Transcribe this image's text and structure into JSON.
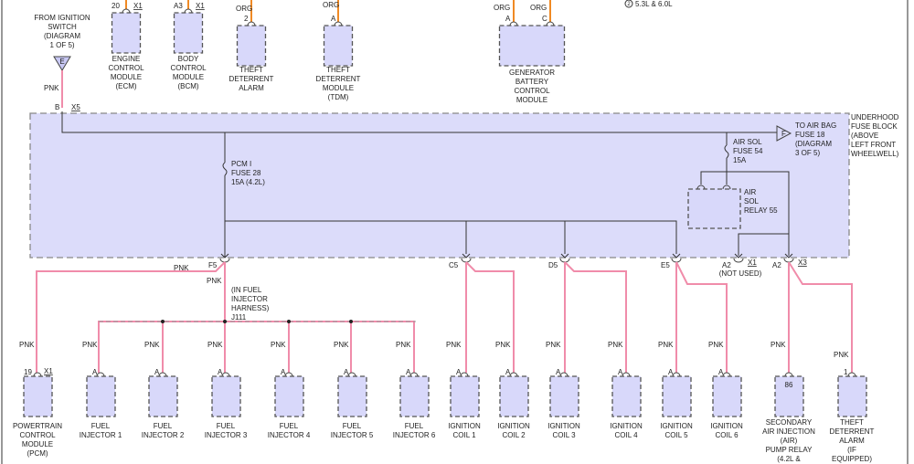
{
  "diagram": {
    "note": "5.3L & 6.0L",
    "note_marker": "2",
    "colors": {
      "PNK": "#f08caa",
      "ORG": "#f08a24",
      "component_fill": "#d8d8fa"
    },
    "ignition_source": {
      "marker": "E",
      "label": [
        "FROM IGNITION",
        "SWITCH",
        "(DIAGRAM",
        "1 OF 5)"
      ],
      "wire": "PNK",
      "pin": "B",
      "connector": "X5"
    },
    "top_components": [
      {
        "pin": "20",
        "connector": "X1",
        "label": [
          "ENGINE",
          "CONTROL",
          "MODULE",
          "(ECM)"
        ]
      },
      {
        "pin": "A3",
        "connector": "X1",
        "label": [
          "BODY",
          "CONTROL",
          "MODULE",
          "(BCM)"
        ]
      },
      {
        "pin": "2",
        "wire": "ORG",
        "label": [
          "THEFT",
          "DETERRENT",
          "ALARM"
        ]
      },
      {
        "pin": "A",
        "wire": "ORG",
        "label": [
          "THEFT",
          "DETERRENT",
          "MODULE",
          "(TDM)"
        ]
      },
      {
        "pins": [
          "A",
          "C"
        ],
        "wires": [
          "ORG",
          "ORG"
        ],
        "label": [
          "GENERATOR",
          "BATTERY",
          "CONTROL",
          "MODULE"
        ]
      }
    ],
    "fuse_block": {
      "label": [
        "UNDERHOOD",
        "FUSE BLOCK",
        "(ABOVE",
        "LEFT FRONT",
        "WHEELWELL)"
      ],
      "pcm_fuse": [
        "PCM I",
        "FUSE 28",
        "15A  (4.2L)"
      ],
      "air_sol_fuse": [
        "AIR SOL",
        "FUSE 54",
        "15A"
      ],
      "air_sol_relay": [
        "AIR",
        "SOL",
        "RELAY 55"
      ],
      "air_bag_ref": {
        "marker": "F",
        "label": [
          "TO AIR BAG",
          "FUSE 18",
          "(DIAGRAM",
          "3 OF 5)"
        ]
      },
      "outputs": [
        {
          "pin": "F5"
        },
        {
          "pin": "C5"
        },
        {
          "pin": "D5"
        },
        {
          "pin": "E5"
        },
        {
          "pin": "A2",
          "connector": "X1",
          "note": "(NOT USED)"
        },
        {
          "pin": "A2",
          "connector": "X3"
        }
      ]
    },
    "harness_note": [
      "(IN FUEL",
      "INJECTOR",
      "HARNESS)",
      "J111"
    ],
    "wire_label": "PNK",
    "bottom_components": [
      {
        "pin": "19",
        "connector": "X1",
        "label": [
          "POWERTRAIN",
          "CONTROL",
          "MODULE",
          "(PCM)"
        ]
      },
      {
        "pin": "A",
        "label": [
          "FUEL",
          "INJECTOR 1"
        ]
      },
      {
        "pin": "A",
        "label": [
          "FUEL",
          "INJECTOR 2"
        ]
      },
      {
        "pin": "A",
        "label": [
          "FUEL",
          "INJECTOR 3"
        ]
      },
      {
        "pin": "A",
        "label": [
          "FUEL",
          "INJECTOR 4"
        ]
      },
      {
        "pin": "A",
        "label": [
          "FUEL",
          "INJECTOR 5"
        ]
      },
      {
        "pin": "A",
        "label": [
          "FUEL",
          "INJECTOR 6"
        ]
      },
      {
        "pin": "A",
        "label": [
          "IGNITION",
          "COIL 1"
        ]
      },
      {
        "pin": "A",
        "label": [
          "IGNITION",
          "COIL 2"
        ]
      },
      {
        "pin": "A",
        "label": [
          "IGNITION",
          "COIL 3"
        ]
      },
      {
        "pin": "A",
        "label": [
          "IGNITION",
          "COIL 4"
        ]
      },
      {
        "pin": "A",
        "label": [
          "IGNITION",
          "COIL 5"
        ]
      },
      {
        "pin": "A",
        "label": [
          "IGNITION",
          "COIL 6"
        ]
      },
      {
        "pin": "",
        "inner": "86",
        "label": [
          "SECONDARY",
          "AIR INJECTION",
          "(AIR)",
          "PUMP RELAY",
          "(4.2L &"
        ]
      },
      {
        "pin": "1",
        "label": [
          "THEFT",
          "DETERRENT",
          "ALARM",
          "(IF",
          "EQUIPPED)"
        ]
      }
    ]
  }
}
